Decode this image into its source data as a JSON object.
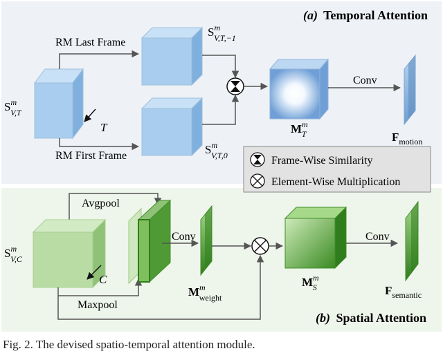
{
  "panel_a": {
    "title_prefix": "(a)",
    "title_word": "Temporal Attention",
    "input_label": {
      "base": "S",
      "sup": "m",
      "sub": "V,T"
    },
    "axis_label": "T",
    "branch_top_label": "RM Last Frame",
    "branch_bottom_label": "RM First Frame",
    "top_feature_label": {
      "base": "S",
      "sup": "m",
      "sub": "V,T,−1"
    },
    "bottom_feature_label": {
      "base": "S",
      "sup": "m",
      "sub": "V,T,0"
    },
    "attention_label": {
      "base": "M",
      "sup": "m",
      "sub": "T"
    },
    "conv_label": "Conv",
    "output_label": {
      "base": "F",
      "sub": "motion"
    }
  },
  "legend": {
    "items": [
      {
        "icon": "frame-wise-similarity-icon",
        "text": "Frame-Wise Similarity"
      },
      {
        "icon": "element-wise-multiplication-icon",
        "text": "Element-Wise Multiplication"
      }
    ]
  },
  "panel_b": {
    "title_prefix": "(b)",
    "title_word": "Spatial Attention",
    "input_label": {
      "base": "S",
      "sup": "m",
      "sub": "V,C"
    },
    "axis_label": "C",
    "avgpool_label": "Avgpool",
    "maxpool_label": "Maxpool",
    "conv1_label": "Conv",
    "weight_label": {
      "base": "M",
      "sup": "m",
      "sub": "weight"
    },
    "spatial_label": {
      "base": "M",
      "sup": "m",
      "sub": "S"
    },
    "conv2_label": "Conv",
    "output_label": {
      "base": "F",
      "sub": "semantic"
    }
  },
  "caption": "Fig. 2.  The devised spatio-temporal attention module.",
  "colors": {
    "panel_a_bg": "#eef1f6",
    "panel_b_bg": "#eef5ea",
    "blue_front": "#a9cdee",
    "blue_top": "#c9e1f6",
    "blue_side": "#7fb0de",
    "green_front": "#b8dca3",
    "green_top": "#d3ebc4",
    "green_side": "#8fc276",
    "dark_green": "#3f8f2a"
  }
}
